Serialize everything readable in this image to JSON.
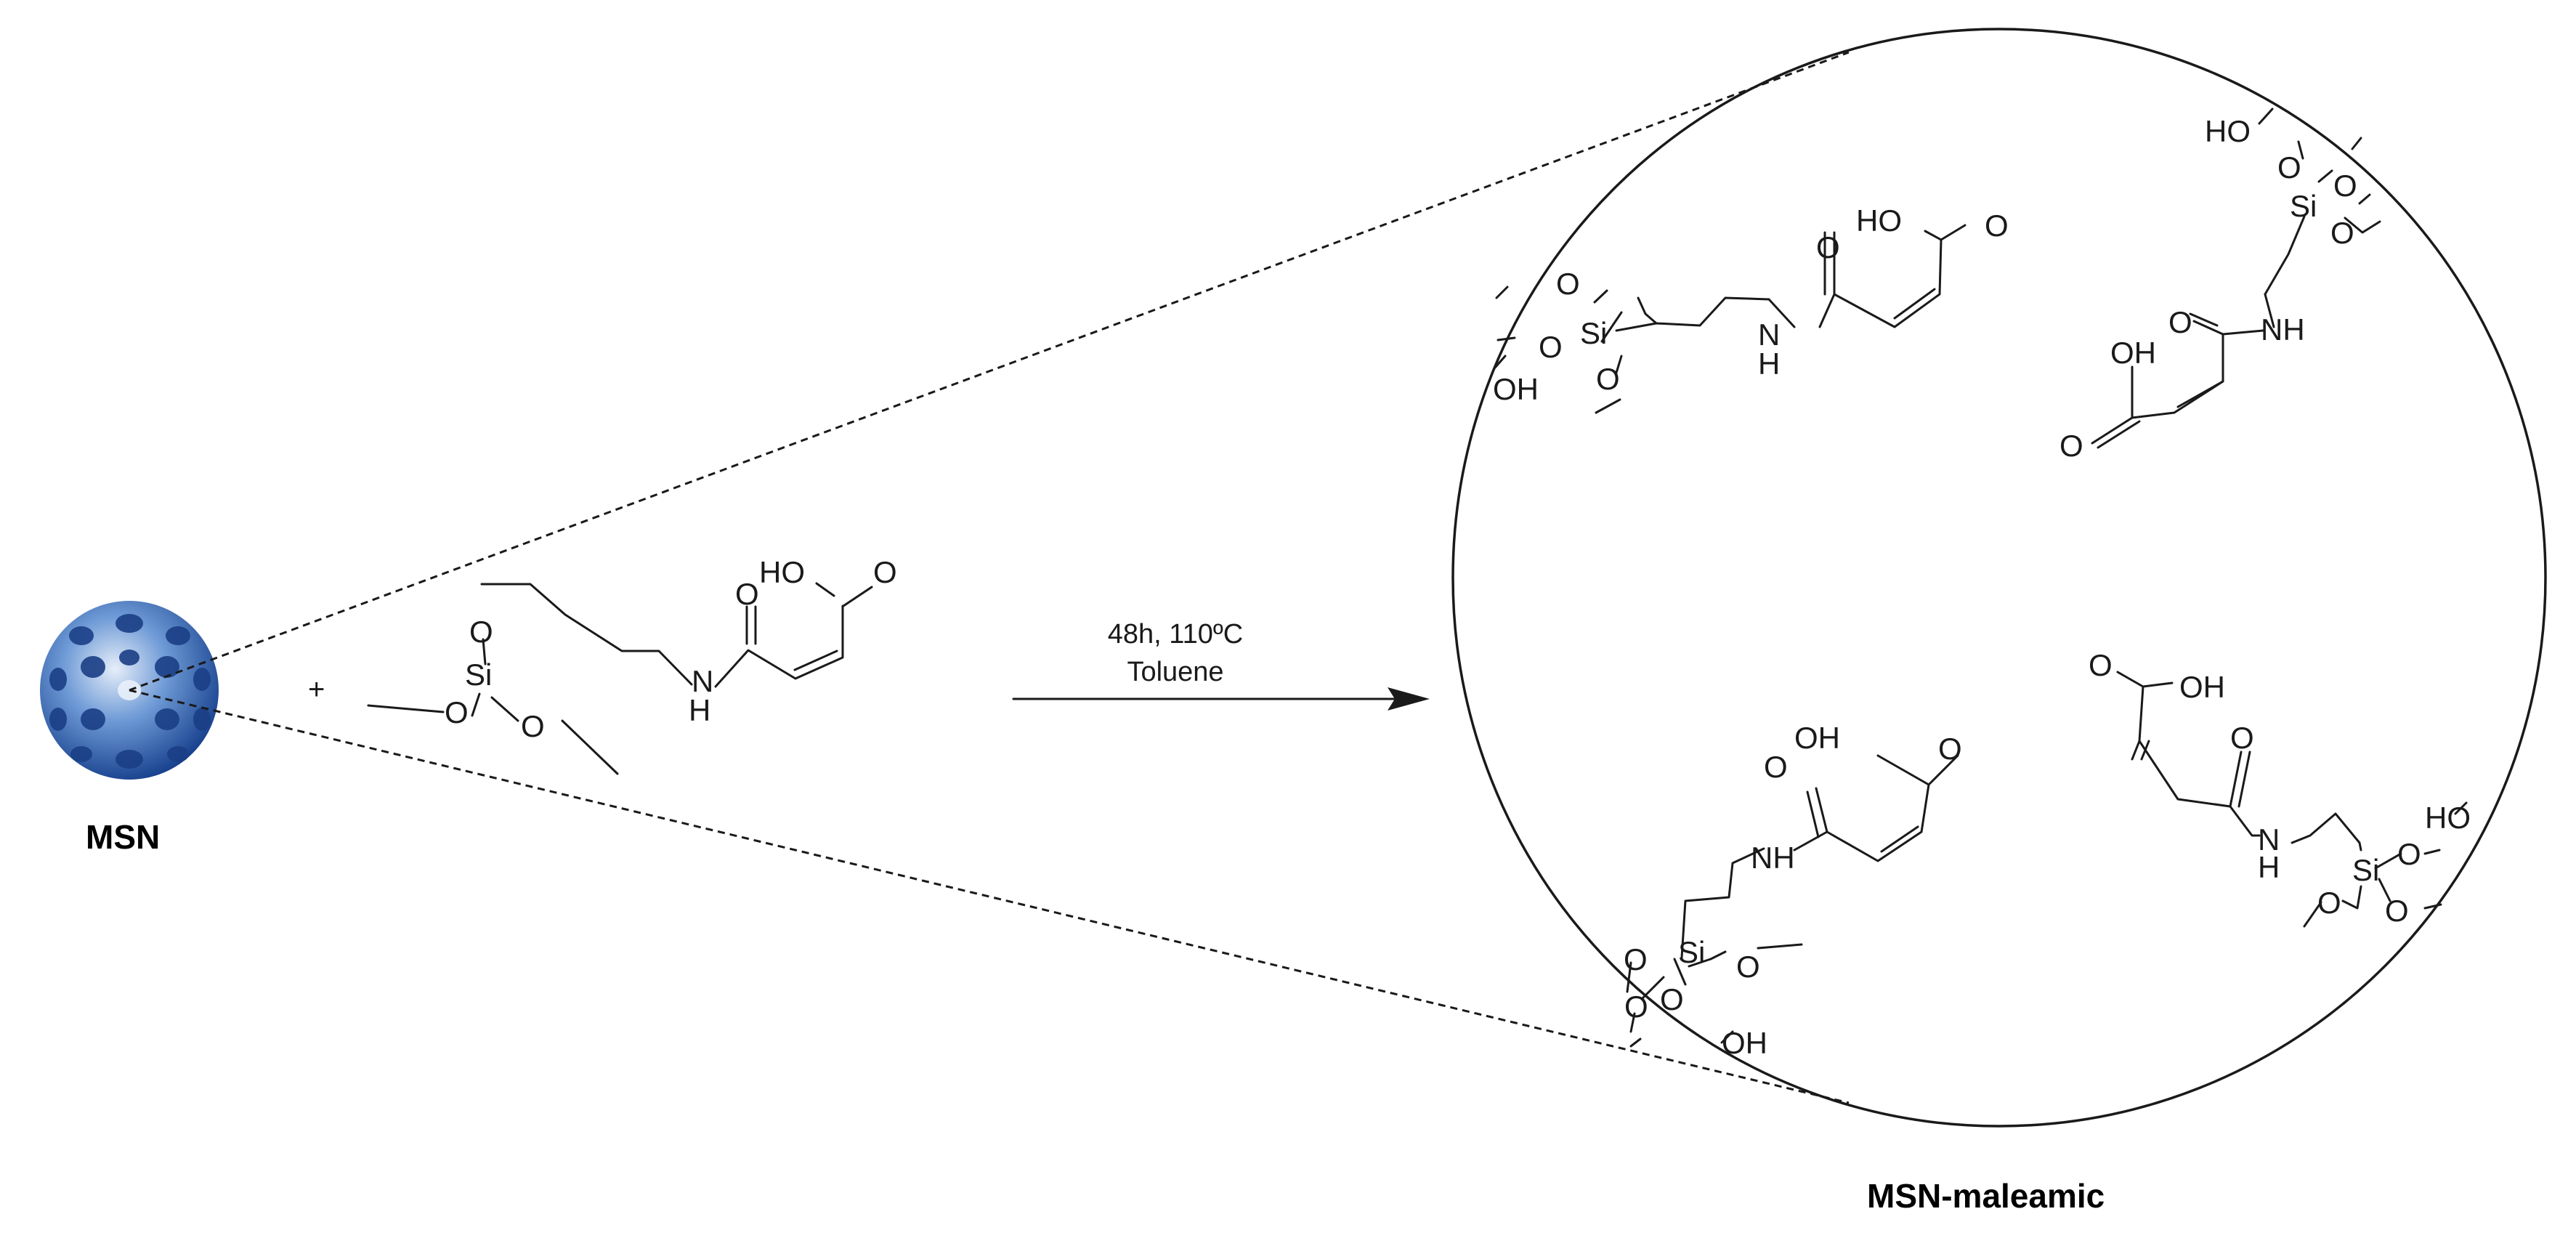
{
  "reactant_label": "MSN",
  "plus_sign": "+",
  "reagent_atoms": [
    "Si",
    "O",
    "O",
    "O",
    "N",
    "H",
    "O",
    "HO",
    "O"
  ],
  "conditions": {
    "line1": "48h, 110ºC",
    "line2": "Toluene"
  },
  "product_label": "MSN-maleamic",
  "zoom_atoms": {
    "top_left": [
      "O",
      "O",
      "Si",
      "O",
      "OH",
      "N",
      "H",
      "O",
      "HO",
      "O"
    ],
    "top_right": [
      "HO",
      "O",
      "Si",
      "O",
      "O",
      "NH",
      "O",
      "OH",
      "O"
    ],
    "bottom_left": [
      "OH",
      "O",
      "O",
      "NH",
      "Si",
      "O",
      "O",
      "O",
      "OH"
    ],
    "bottom_right": [
      "O",
      "OH",
      "O",
      "N",
      "H",
      "HO",
      "Si",
      "O",
      "O",
      "O"
    ]
  },
  "colors": {
    "sphere_light": "#dce8f6",
    "sphere_mid": "#5f8fd0",
    "sphere_dark": "#1c4a98",
    "pore": "#1b3f86",
    "ink": "#1a1a1a"
  }
}
